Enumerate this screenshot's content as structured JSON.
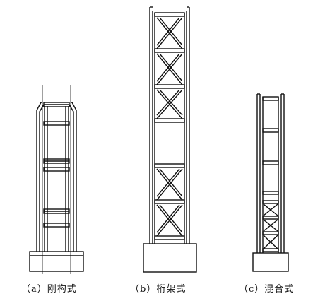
{
  "colors": {
    "line": "#111111",
    "background": "#ffffff"
  },
  "figures": [
    {
      "id": "a",
      "caption": "（a）刚构式",
      "type": "rigid-frame"
    },
    {
      "id": "b",
      "caption": "（b）桁架式",
      "type": "truss"
    },
    {
      "id": "c",
      "caption": "（c）混合式",
      "type": "mixed"
    }
  ]
}
